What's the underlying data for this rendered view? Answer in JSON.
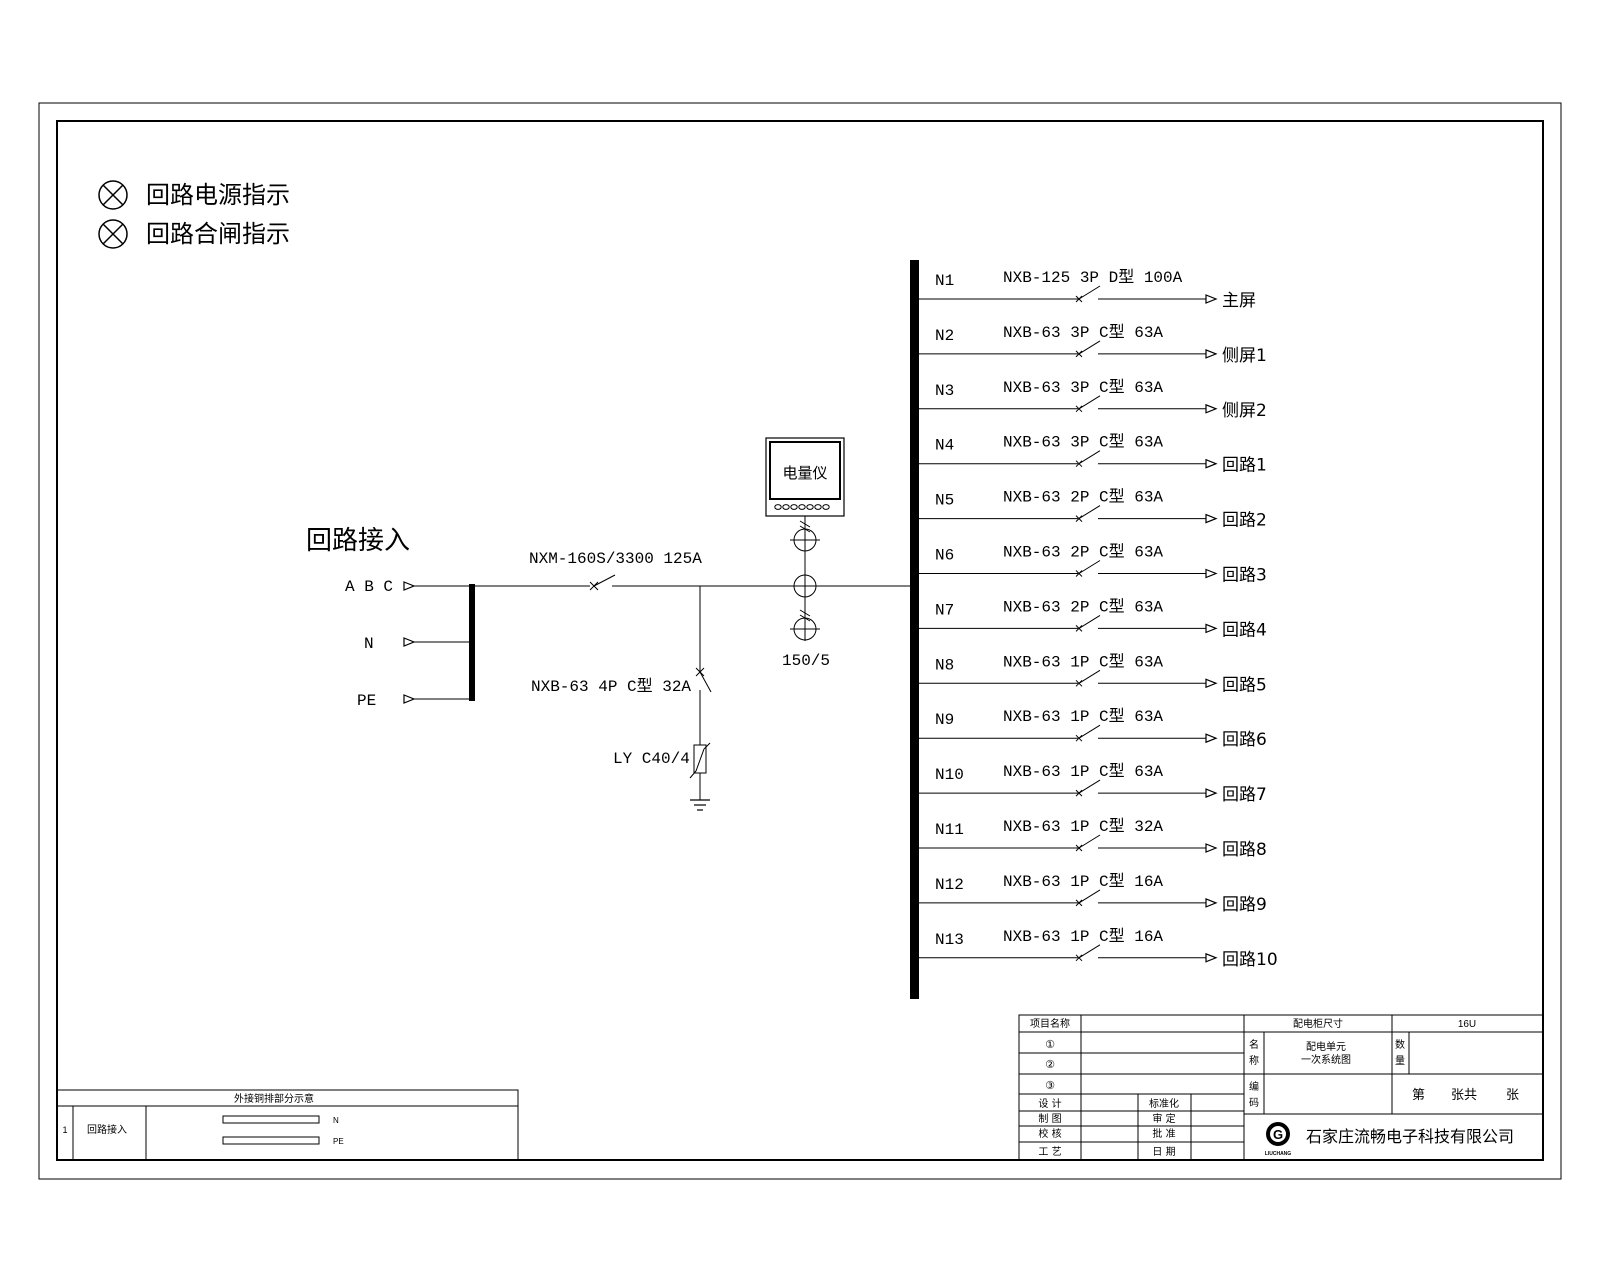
{
  "legend": [
    {
      "icon": "indicator-lamp-icon",
      "label": "回路电源指示"
    },
    {
      "icon": "indicator-lamp-icon",
      "label": "回路合闸指示"
    }
  ],
  "incoming": {
    "title": "回路接入",
    "phases": [
      "A B C",
      "N",
      "PE"
    ],
    "main_breaker": "NXM-160S/3300 125A",
    "spd_breaker": "NXB-63 4P C型 32A",
    "spd": "LY C40/4",
    "ct_ratio": "150/5",
    "meter": "电量仪"
  },
  "circuits": [
    {
      "id": "N1",
      "breaker": "NXB-125 3P D型 100A",
      "dest": "主屏"
    },
    {
      "id": "N2",
      "breaker": "NXB-63 3P C型 63A",
      "dest": "侧屏1"
    },
    {
      "id": "N3",
      "breaker": "NXB-63 3P C型 63A",
      "dest": "侧屏2"
    },
    {
      "id": "N4",
      "breaker": "NXB-63 3P C型 63A",
      "dest": "回路1"
    },
    {
      "id": "N5",
      "breaker": "NXB-63 2P C型 63A",
      "dest": "回路2"
    },
    {
      "id": "N6",
      "breaker": "NXB-63 2P C型 63A",
      "dest": "回路3"
    },
    {
      "id": "N7",
      "breaker": "NXB-63 2P C型 63A",
      "dest": "回路4"
    },
    {
      "id": "N8",
      "breaker": "NXB-63 1P C型 63A",
      "dest": "回路5"
    },
    {
      "id": "N9",
      "breaker": "NXB-63 1P C型 63A",
      "dest": "回路6"
    },
    {
      "id": "N10",
      "breaker": "NXB-63 1P C型 63A",
      "dest": "回路7"
    },
    {
      "id": "N11",
      "breaker": "NXB-63 1P C型 32A",
      "dest": "回路8"
    },
    {
      "id": "N12",
      "breaker": "NXB-63 1P C型 16A",
      "dest": "回路9"
    },
    {
      "id": "N13",
      "breaker": "NXB-63 1P C型 16A",
      "dest": "回路10"
    }
  ],
  "copper_table": {
    "title": "外接铜排部分示意",
    "row_no": "1",
    "row_label": "回路接入",
    "bars": [
      "N",
      "PE"
    ]
  },
  "title_block": {
    "project_name_label": "项目名称",
    "cabinet_size_label": "配电柜尺寸",
    "cabinet_size_value": "16U",
    "revisions": [
      "①",
      "②",
      "③"
    ],
    "name_label": "名称",
    "name_value": [
      "配电单元",
      "一次系统图"
    ],
    "qty_label": "数量",
    "code_label": "编码",
    "sheet_text": [
      "第",
      "张共",
      "张"
    ],
    "sign_rows": [
      {
        "left": "设  计",
        "right": "标准化"
      },
      {
        "left": "制  图",
        "right": "审  定"
      },
      {
        "left": "校  核",
        "right": "批  准"
      },
      {
        "left": "工  艺",
        "right": "日  期"
      }
    ],
    "logo_letter": "G",
    "logo_text": "LIUCHANG",
    "company": "石家庄流畅电子科技有限公司"
  }
}
